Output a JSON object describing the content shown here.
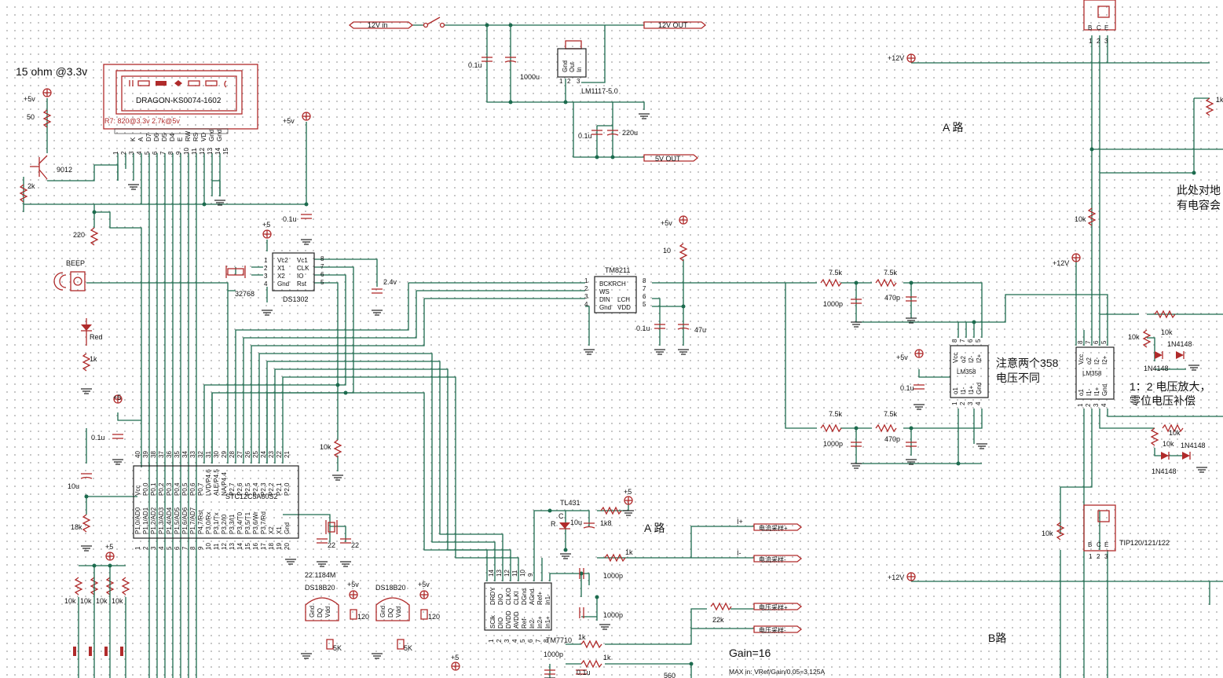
{
  "colors": {
    "wire": "#1c6b4e",
    "component": "#b02b2b",
    "text": "#111111"
  },
  "lcd": {
    "module": "DRAGON-KS0074-1602",
    "note": "R7: 820@3.3v 2.7k@5v",
    "backlight": "15 ohm @3.3v",
    "pins": [
      "1",
      "2",
      "3",
      "4",
      "5",
      "6",
      "7",
      "8",
      "9",
      "10",
      "11",
      "12",
      "13",
      "14",
      "15"
    ],
    "pin_names": [
      "K",
      "A",
      "D7",
      "D6",
      "D5",
      "D4",
      "E",
      "RW",
      "RS",
      "VD",
      "Gnd",
      "Gnd"
    ]
  },
  "mcu": {
    "name": "STC12C5A60S2",
    "top_pins": [
      "40",
      "39",
      "38",
      "37",
      "36",
      "35",
      "34",
      "33",
      "32",
      "31",
      "30",
      "29",
      "28",
      "27",
      "26",
      "25",
      "24",
      "23",
      "22",
      "21"
    ],
    "top_names": [
      "Vcc",
      "P0.0",
      "P0.1",
      "P0.2",
      "P0.3",
      "P0.4",
      "P0.5",
      "P0.6",
      "P0.7",
      "LVD/P4.6",
      "ALE/P4.5",
      "NA/P4.4",
      "P2.7",
      "P2.6",
      "P2.5",
      "P2.4",
      "P2.3",
      "P2.2",
      "P2.1",
      "P2.0"
    ],
    "bottom_pins": [
      "1",
      "2",
      "3",
      "4",
      "5",
      "6",
      "7",
      "8",
      "9",
      "10",
      "11",
      "12",
      "13",
      "14",
      "15",
      "16",
      "17",
      "18",
      "19",
      "20"
    ],
    "bottom_names": [
      "P1.0/AD0",
      "P1.1/AD1",
      "P1.2/AD2",
      "P1.3/AD3",
      "P1.4/AD4",
      "P1.5/AD5",
      "P1.6/AD6",
      "P1.7/AD7",
      "P4.7/Rst",
      "P3.0/Rx",
      "P3.1/Tx",
      "P3.2/I0",
      "P3.3/I1",
      "P3.4/T0",
      "P3.5/T1",
      "P3.6/Wr",
      "P3.7/Rd",
      "X2",
      "X1",
      "Gnd"
    ]
  },
  "rtc": {
    "name": "DS1302",
    "crystal": "32768",
    "left": [
      "Vc2",
      "X1",
      "X2",
      "Gnd"
    ],
    "right": [
      "Vc1",
      "CLK",
      "IO",
      "Rst"
    ],
    "left_pins": [
      "1",
      "2",
      "3",
      "4"
    ],
    "right_pins": [
      "8",
      "7",
      "6",
      "5"
    ],
    "vbat": "2.4v"
  },
  "dac": {
    "name": "TM8211",
    "left": [
      "BCKRCH",
      "WS",
      "DIN",
      "Gnd"
    ],
    "right": [
      "LCH",
      "VDD"
    ],
    "left_pins": [
      "1",
      "2",
      "3",
      "4"
    ],
    "right_pins": [
      "8",
      "7",
      "6",
      "5"
    ]
  },
  "adc": {
    "name": "TM7710",
    "top": [
      "DRDY",
      "DIO",
      "CLKO",
      "CLKI",
      "DGnd",
      "AGnd",
      "Ref+",
      "In1-"
    ],
    "bottom": [
      "SClk",
      "DIO",
      "DVDD",
      "AVDD",
      "Ref-",
      "In2-",
      "In2+",
      "In1+"
    ],
    "top_pins": [
      "14",
      "13",
      "12",
      "11",
      "10",
      "9"
    ],
    "bottom_pins": [
      "1",
      "2",
      "3",
      "4",
      "5",
      "6",
      "7",
      "8"
    ]
  },
  "opamp": {
    "name": "LM358",
    "top": [
      "Vcc",
      "o2",
      "I2-",
      "I2+"
    ],
    "bottom": [
      "o1",
      "I1-",
      "I1+",
      "Gnd"
    ],
    "top_pins": [
      "8",
      "7",
      "6",
      "5"
    ],
    "bottom_pins": [
      "1",
      "2",
      "3",
      "4"
    ]
  },
  "regulator": {
    "name": "LM1117-5.0",
    "pins": [
      "Gnd",
      "Out",
      "In"
    ],
    "pin_nums": [
      "1",
      "2",
      "3"
    ]
  },
  "transistor": {
    "name": "TIP120/121/122",
    "pins": [
      "B",
      "C",
      "E"
    ],
    "pin_nums": [
      "1",
      "2",
      "3"
    ]
  },
  "nets": {
    "v12_in": "12V in",
    "v12_out": "12V OUT",
    "v5_out": "5V OUT",
    "plus5": "+5v",
    "plus5b": "+5",
    "plus12": "+12V",
    "i_plus": "I+",
    "i_minus": "I-",
    "i_clamp_p": "电流采样+",
    "i_clamp_m": "电流采样-",
    "v_clamp_p": "电压采样+",
    "v_clamp_m": "电压采样-"
  },
  "values": {
    "r50": "50",
    "q9012": "9012",
    "r2k": "2k",
    "r220": "220",
    "beep": "BEEP",
    "led_red": "Red",
    "r1k": "1k",
    "c01u": "0.1u",
    "c10u": "10u",
    "r18k": "18k",
    "r10k": "10k",
    "r7_5k": "7.5k",
    "c1000p": "1000p",
    "c470p": "470p",
    "r10": "10",
    "c47u": "47u",
    "c1000u": "1000u",
    "c220u": "220u",
    "tl431": "TL431",
    "c10u2": "10u",
    "r1k8": "1k8",
    "r_label": "R",
    "c_label": "C",
    "r22k": "22k",
    "ds18b20": "DS18B20",
    "r120": "120",
    "r5k": "5K",
    "xtal": "22.1184M",
    "c22": "22",
    "diode": "1N4148",
    "r560": "560"
  },
  "annotations": {
    "a_road": "A 路",
    "b_road": "B路",
    "a_road2": "A 路",
    "note358": "注意两个358",
    "note358b": "电压不同",
    "gain_note": "1：2 电压放大，",
    "zero_note": "零位电压补偿",
    "cap_note": "此处对地",
    "cap_note2": "有电容会",
    "gain": "Gain=16",
    "maxin": "MAX in: VRef/Gain/0.05=3.125A"
  }
}
